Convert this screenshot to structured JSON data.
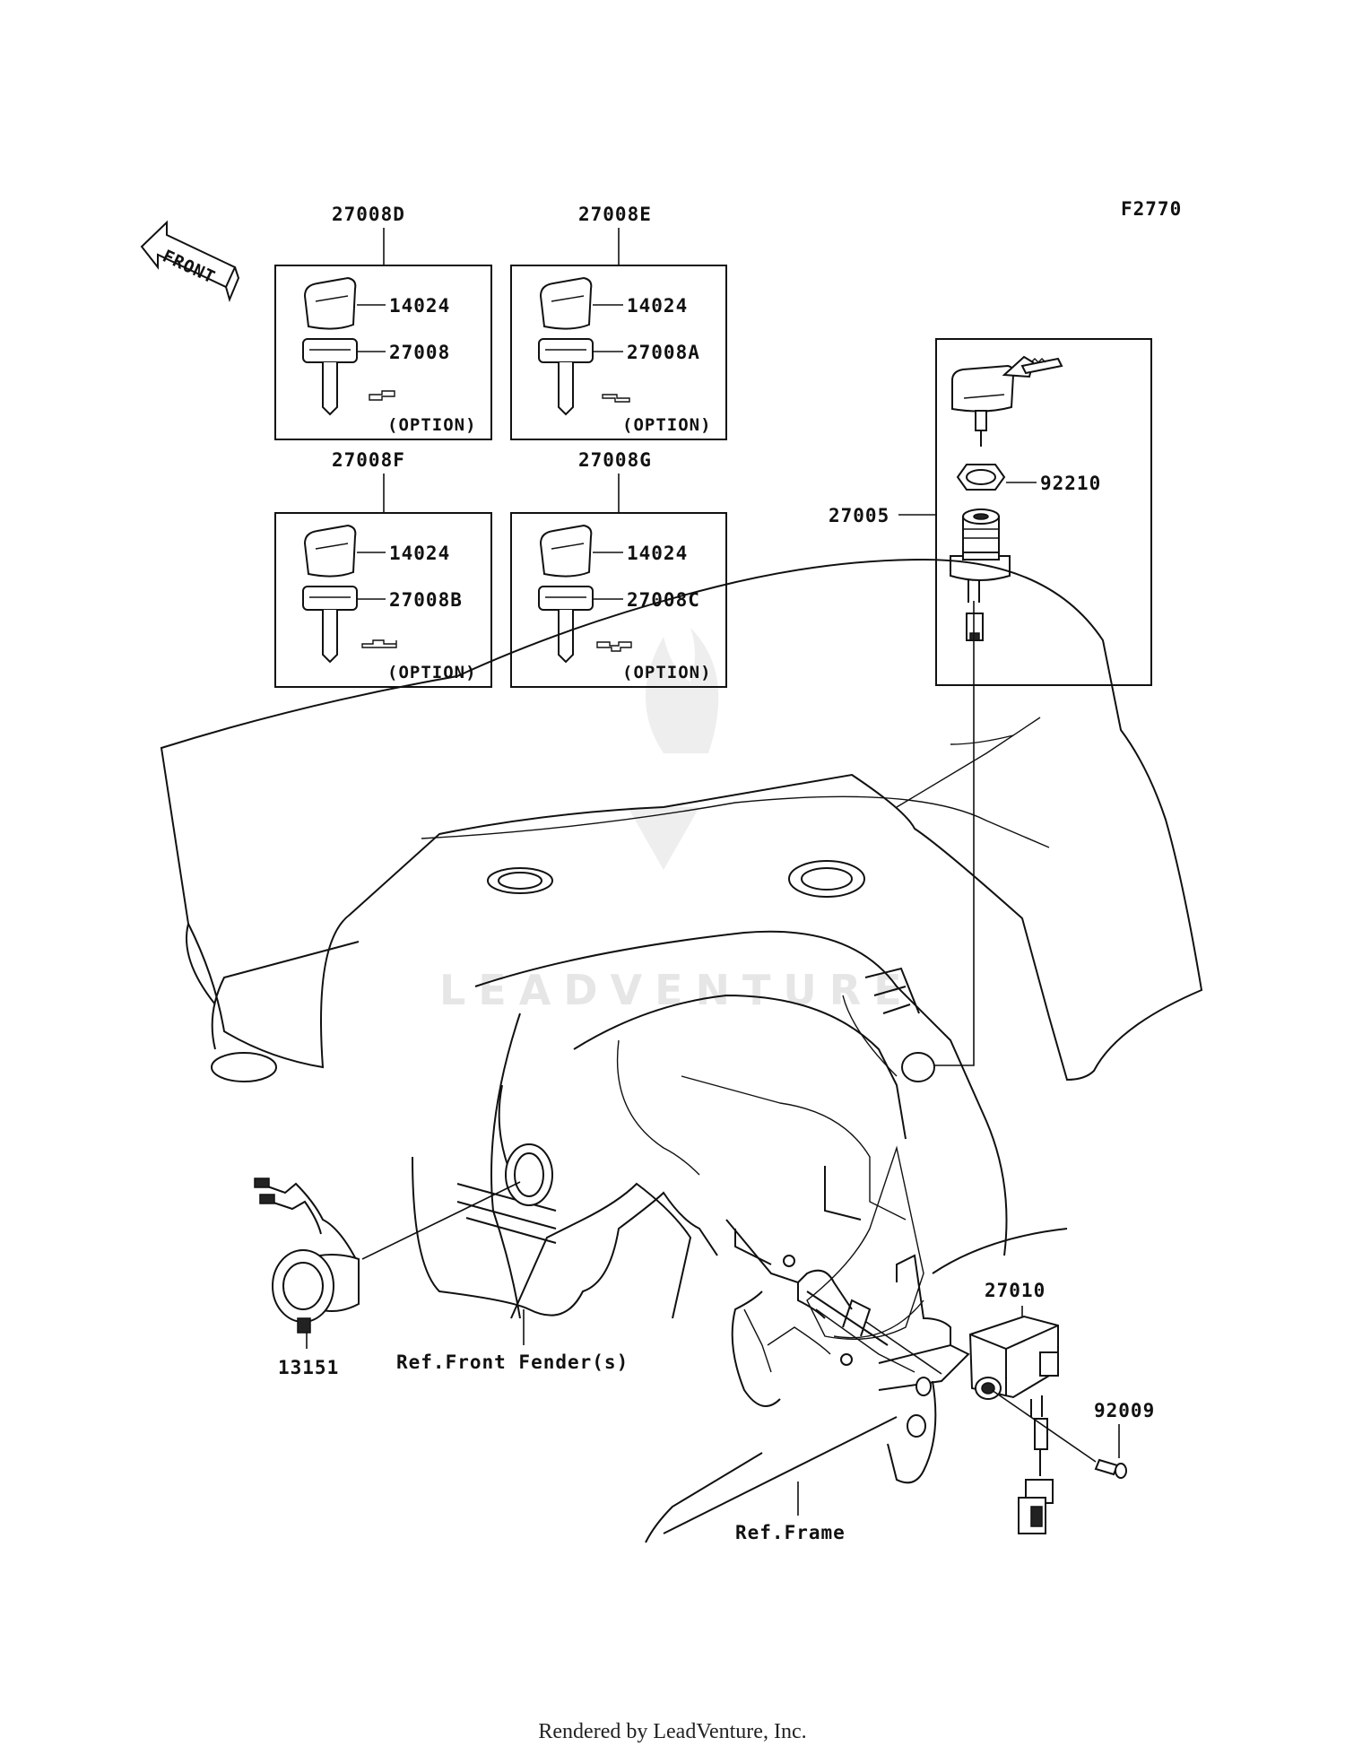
{
  "diagram": {
    "code": "F2770",
    "front_label": "FRONT",
    "watermark": "LEADVENTURE",
    "footer": "Rendered by LeadVenture, Inc.",
    "key_sets": [
      {
        "set": "27008D",
        "knob": "14024",
        "key": "27008",
        "note": "(OPTION)"
      },
      {
        "set": "27008E",
        "knob": "14024",
        "key": "27008A",
        "note": "(OPTION)"
      },
      {
        "set": "27008F",
        "knob": "14024",
        "key": "27008B",
        "note": "(OPTION)"
      },
      {
        "set": "27008G",
        "knob": "14024",
        "key": "27008C",
        "note": "(OPTION)"
      }
    ],
    "ignition": {
      "assembly": "27005",
      "nut": "92210"
    },
    "parts": {
      "socket": "13151",
      "switch": "27010",
      "screw": "92009",
      "fender_ref": "Ref.Front Fender(s)",
      "frame_ref": "Ref.Frame"
    }
  }
}
